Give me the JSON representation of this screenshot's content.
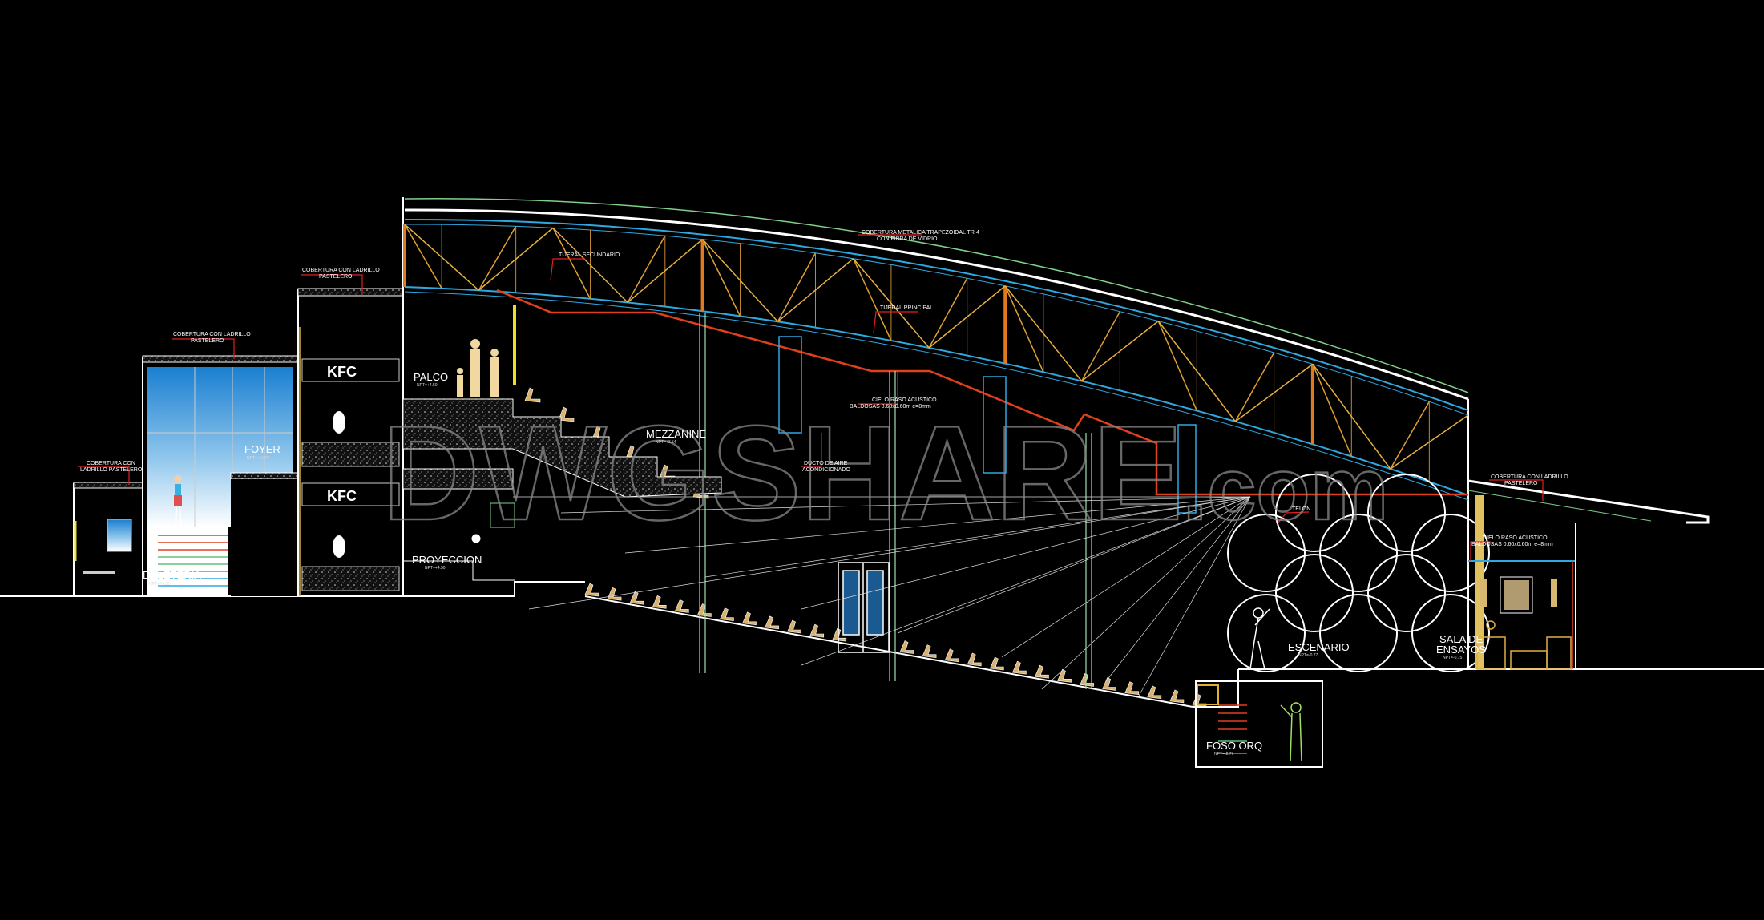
{
  "drawing": {
    "labels": {
      "cobertura_ladrillo_1": [
        "COBERTURA CON LADRILLO",
        "PASTELERO"
      ],
      "cobertura_ladrillo_2": [
        "COBERTURA CON LADRILLO",
        "PASTELERO"
      ],
      "cobertura_ladrillo_3": [
        "COBERTURA CON",
        "LADRILLO PASTELERO"
      ],
      "cobertura_metalica": [
        "COBERTURA METALICA TRAPEZOIDAL TR-4",
        "CON FIBRA DE VIDRIO"
      ],
      "tijeral_secundario": "TIJERAL SECUNDARIO",
      "tijeral_principal": "TIJERAL PRINCIPAL",
      "cielo_raso_1": [
        "CIELO RASO ACUSTICO",
        "BALDOSAS 0.60x0.60m e=8mm"
      ],
      "cielo_raso_2": [
        "CIELO RASO ACUSTICO",
        "BALDOSAS 0.60x0.60m e=8mm"
      ],
      "ducto": [
        "DUCTO DE AIRE",
        "ACONDICIONADO"
      ],
      "telon": "TELON",
      "cobertura_ladrillo_right": [
        "COBERTURA CON LADRILLO",
        "PASTELERO"
      ]
    },
    "rooms": {
      "boleteria": {
        "name": "BOLETERIA",
        "npt": "NPT=+0.30"
      },
      "foyer": {
        "name": "FOYER",
        "npt": "NPT=+0.075"
      },
      "palco": {
        "name": "PALCO",
        "npt": "NPT=+4.50"
      },
      "proyeccion": {
        "name": "PROYECCION",
        "npt": "NPT=+4.50"
      },
      "mezzanine": {
        "name": "MEZZANINE",
        "npt": "NPT=+3.54"
      },
      "escenario": {
        "name": "ESCENARIO",
        "npt": "NPT=-0.77"
      },
      "sala_ensayos": {
        "name_1": "SALA DE",
        "name_2": "ENSAYOS",
        "npt": "NPT=-0.75"
      },
      "foso": {
        "name": "FOSO ORQ",
        "npt": "NPT=-2.77"
      }
    },
    "signage": {
      "kfc_1": "KFC",
      "kfc_2": "KFC"
    },
    "watermark": {
      "main": "DWGSHARE",
      "suffix": ".com"
    },
    "colors": {
      "background": "#000000",
      "truss": "#e0a030",
      "chord": "#2fa8e0",
      "ceiling": "#e0401c",
      "roof_outline": "#7fd08a",
      "leader": "#e02020",
      "walls": "#ffffff"
    }
  }
}
